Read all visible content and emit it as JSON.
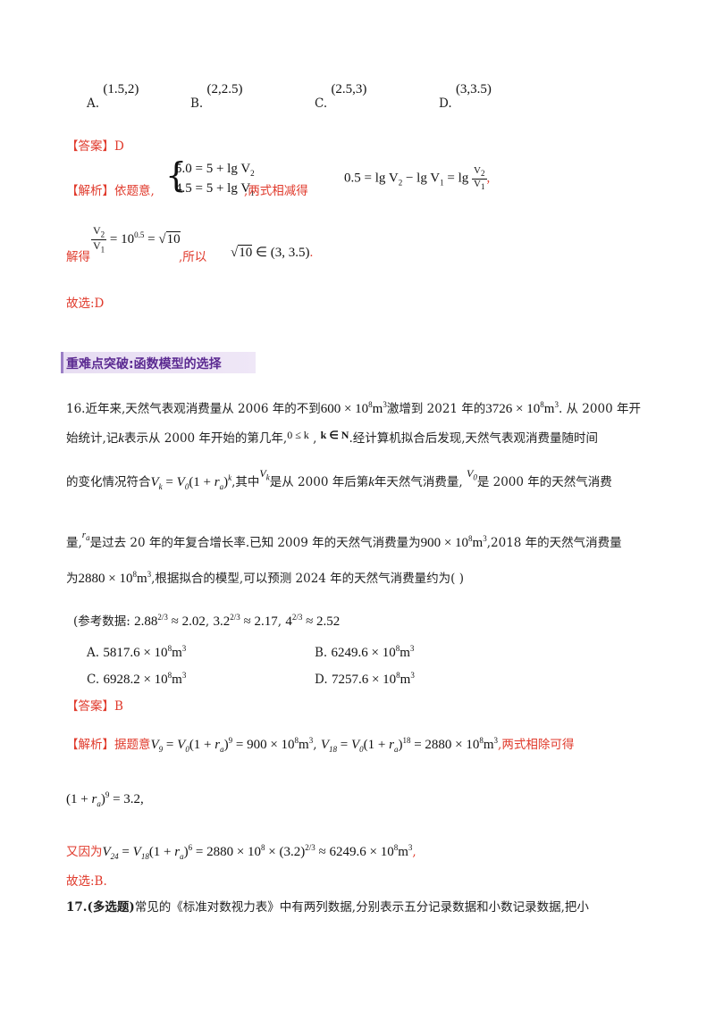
{
  "q15": {
    "options": [
      {
        "letter": "A.",
        "value": "(1.5,2)"
      },
      {
        "letter": "B.",
        "value": "(2,2.5)"
      },
      {
        "letter": "C.",
        "value": "(2.5,3)"
      },
      {
        "letter": "D.",
        "value": "(3,3.5)"
      }
    ],
    "answer_label": "【答案】",
    "answer": "D",
    "analysis_label": "【解析】",
    "analysis_intro": "依题意,",
    "eq_top": "5.0 = 5 + lg V",
    "eq_bottom": "4.5 = 5 + lg V",
    "subtract_text": ",两式相减得",
    "result_part1": "0.5 = lg V",
    "result_part2": " − lg V",
    "result_part3": " = lg",
    "comma": ",",
    "solve_label": "解得",
    "solve_expr": " = 10",
    "solve_exp": "0.5",
    "solve_eq": " = ",
    "sqrt10": "10",
    "so_text": ",所以",
    "in_interval": " ∈ (3, 3.5)",
    "period": ".",
    "choose": "故选:D"
  },
  "section_heading": "重难点突破:函数模型的选择",
  "q16": {
    "line1_a": "16.近年来,天然气表观消费量从 2006 年的不到",
    "line1_b": "600 × 10",
    "line1_c": "激增到 2021 年的",
    "line1_d": "3726 × 10",
    "line1_e": ". 从 2000 年开",
    "line2_a": "始统计,记",
    "line2_b": "表示从 2000 年开始的第几年,",
    "line2_c": "0 ≤ k",
    "line2_d": "k ∈ N",
    "line2_e": ".经计算机拟合后发现,天然气表观消费量随时间",
    "line3_a": "的变化情况符合",
    "line3_b": ",其中",
    "line3_c": "是从 2000 年后第",
    "line3_d": "年天然气消费量,",
    "line3_e": "是 2000 年的天然气消费",
    "line4_a": "量,",
    "line4_b": "是过去 20 年的年复合增长率.已知 2009 年的天然气消费量为",
    "line4_c": "900 × 10",
    "line4_d": ",2018 年的天然气消费量",
    "line5_a": "为",
    "line5_b": "2880 × 10",
    "line5_c": ",根据拟合的模型,可以预测 2024 年的天然气消费量约为(   )",
    "ref_open": "(参考数据:",
    "ref1": "2.88",
    "ref1_val": " ≈ 2.02",
    "ref2": "3.2",
    "ref2_val": " ≈ 2.17",
    "ref3": "4",
    "ref3_val": " ≈ 2.52",
    "options": [
      {
        "letter": "A.",
        "value": "5817.6 × 10"
      },
      {
        "letter": "B.",
        "value": "6249.6 × 10"
      },
      {
        "letter": "C.",
        "value": "6928.2 × 10"
      },
      {
        "letter": "D.",
        "value": "7257.6 × 10"
      }
    ],
    "answer_label": "【答案】",
    "answer": "B",
    "analysis_label": "【解析】",
    "analysis_intro": "据题意",
    "analysis_eq1_val": " = 900 × 10",
    "analysis_eq2_val": " = 2880 × 10",
    "analysis_end": ",两式相除可得",
    "step2_val": " = 3.2,",
    "step3_label": "又因为",
    "step3_mid": " = 2880 × 10",
    "step3_end": " ≈ 6249.6 × 10",
    "choose": "故选:B."
  },
  "q17": {
    "number": "17.",
    "tag": "(多选题)",
    "text": "常见的《标准对数视力表》中有两列数据,分别表示五分记录数据和小数记录数据,把小"
  }
}
